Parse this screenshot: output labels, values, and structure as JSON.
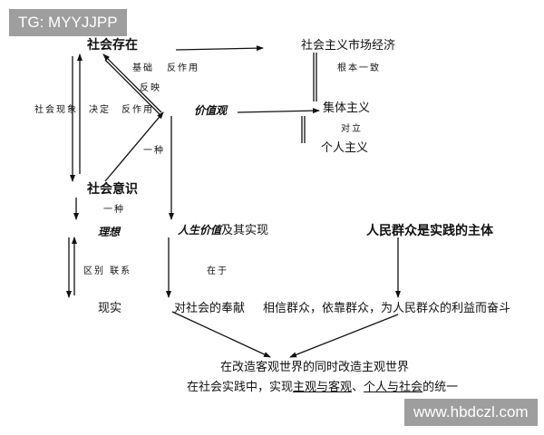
{
  "watermarks": {
    "top_left": "TG: MYYJJPP",
    "bottom_right": "www.hbdczl.com"
  },
  "nodes": {
    "social_existence": "社会存在",
    "social_consciousness": "社会意识",
    "socialist_market_economy": "社会主义市场经济",
    "values": "价值观",
    "collectivism": "集体主义",
    "individualism": "个人主义",
    "ideal": "理想",
    "reality": "现实",
    "life_value_prefix": "人生价值",
    "life_value_suffix": "及其实现",
    "contribution": "对社会的奉献",
    "masses_subject": "人民群众是实践的主体",
    "trust_masses": "相信群众，依靠群众，为人民群众的利益而奋斗",
    "transform_world": "在改造客观世界的同时改造主观世界",
    "unity_prefix": "在社会实践中，实现",
    "unity_u1": "主观与客观",
    "unity_sep": "、",
    "unity_u2": "个人与社会",
    "unity_suffix": "的统一"
  },
  "edge_labels": {
    "basis": "基础",
    "counteraction_top": "反作用",
    "reflect": "反映",
    "phenomenon": "社会现象",
    "determine": "决定",
    "counteraction_left": "反作用",
    "a_kind_1": "一种",
    "a_kind_2": "一种",
    "basically_consistent": "根本一致",
    "opposed": "对立",
    "difference_connection": "区别  联系",
    "lies_in": "在于"
  }
}
